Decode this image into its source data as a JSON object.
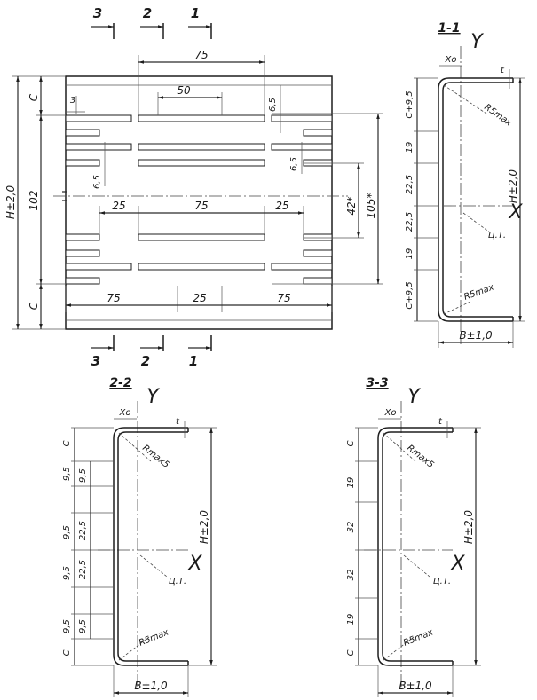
{
  "plan": {
    "cuts_top": [
      "3",
      "2",
      "1"
    ],
    "cuts_bottom": [
      "3",
      "2",
      "1"
    ],
    "dim_75_top": "75",
    "dim_50": "50",
    "dim_3": "3",
    "dim_65_right": "6,5",
    "dim_65_left": "6,5",
    "dim_65_mid": "6,5",
    "dim_25_left": "25",
    "dim_75_mid": "75",
    "dim_25_right": "25",
    "dim_42": "42*",
    "dim_105": "105*",
    "dim_H": "H±2,0",
    "dim_102": "102",
    "dim_C_top": "C",
    "dim_C_bottom": "C",
    "dim_75_bl": "75",
    "dim_25_bm": "25",
    "dim_75_br": "75"
  },
  "section_1_1": {
    "title": "1-1",
    "axis_y": "Y",
    "axis_x": "X",
    "xo": "Xo",
    "t": "t",
    "r_top": "R5max",
    "r_bottom": "R5max",
    "ct": "Ц.Т.",
    "h": "H±2,0",
    "b": "B±1,0",
    "left_dims": [
      "C+9,5",
      "19",
      "22,5",
      "22,5",
      "19",
      "C+9,5"
    ]
  },
  "section_2_2": {
    "title": "2-2",
    "axis_y": "Y",
    "axis_x": "X",
    "xo": "Xo",
    "t": "t",
    "r_top": "Rmax5",
    "r_bottom": "R5max",
    "ct": "Ц.Т.",
    "h": "H±2,0",
    "b": "B±1,0",
    "outer_dims": [
      "C",
      "9,5",
      "9,5",
      "9,5",
      "9,5",
      "C"
    ],
    "inner_dims": [
      "9,5",
      "22,5",
      "22,5",
      "9,5"
    ]
  },
  "section_3_3": {
    "title": "3-3",
    "axis_y": "Y",
    "axis_x": "X",
    "xo": "Xo",
    "t": "t",
    "r_top": "Rmax5",
    "r_bottom": "R5max",
    "ct": "Ц.Т.",
    "h": "H±2,0",
    "b": "B±1,0",
    "left_dims": [
      "C",
      "19",
      "32",
      "32",
      "19",
      "C"
    ]
  }
}
